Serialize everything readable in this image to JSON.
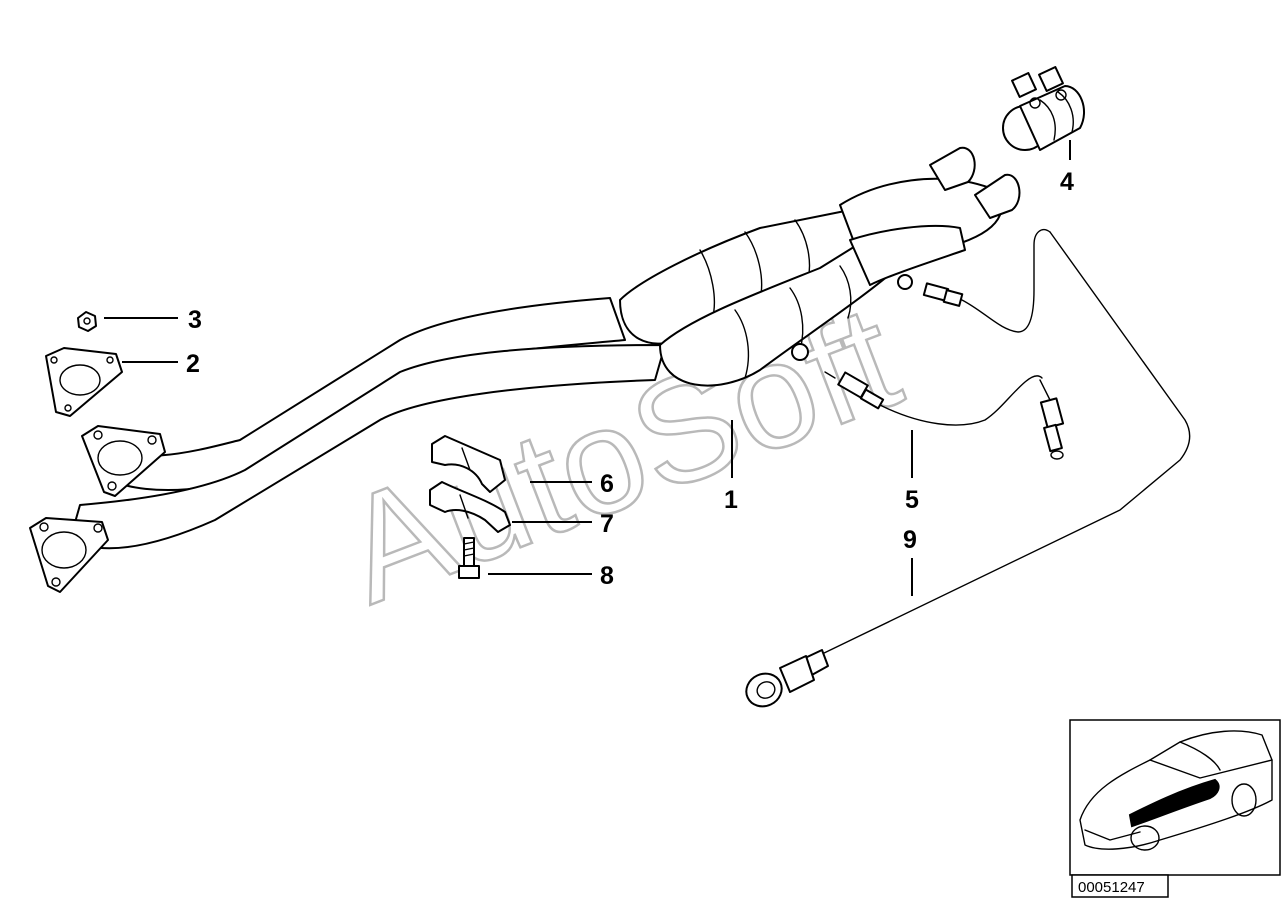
{
  "watermark": "AutoSoft",
  "reference_number": "00051247",
  "callouts": [
    {
      "id": "1",
      "label": "1"
    },
    {
      "id": "2",
      "label": "2"
    },
    {
      "id": "3",
      "label": "3"
    },
    {
      "id": "4",
      "label": "4"
    },
    {
      "id": "5",
      "label": "5"
    },
    {
      "id": "6",
      "label": "6"
    },
    {
      "id": "7",
      "label": "7"
    },
    {
      "id": "8",
      "label": "8"
    },
    {
      "id": "9",
      "label": "9"
    }
  ]
}
